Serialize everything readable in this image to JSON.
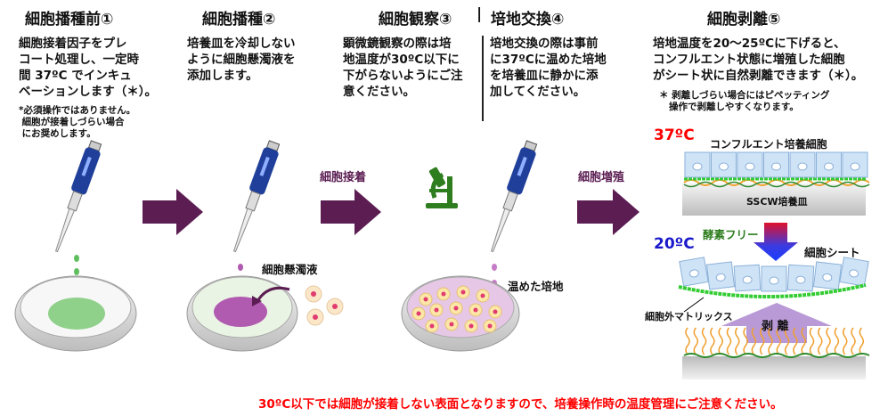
{
  "steps": [
    {
      "title": "細胞播種前①",
      "text": "細胞接着因子をプレ\nコート処理し、一定時\n間 37ºC でインキュ\nベーションします（＊）。",
      "note": "*必須操作ではありません。\n 細胞が接着しづらい場合\n にお奨めします。"
    },
    {
      "title": "細胞播種②",
      "text": "培養皿を冷却しない\nように細胞懸濁液を\n添加します。"
    },
    {
      "title": "細胞観察③",
      "text": "顕微鏡観察の際は培\n地温度が30ºC以下に\n下がらないようにご注\n意ください。"
    },
    {
      "title": "培地交換④",
      "text": "培地交換の際は事前\nに37ºCに温めた培地\nを培養皿に静かに添\n加してください。"
    },
    {
      "title": "細胞剥離⑤",
      "text": "培地温度を20～25ºCに下げると、\nコンフルエント状態に増殖した細胞\nがシート状に自然剥離できます（＊）。",
      "note": "＊ 剥離しづらい場合にはピペッティング\n   操作で剥離しやすくなります。"
    }
  ],
  "title_separator": "|",
  "arrows": {
    "attach": "細胞接着",
    "proliferate": "細胞増殖"
  },
  "labels": {
    "suspension": "細胞懸濁液",
    "warm_medium": "温めた培地"
  },
  "detach_diagram": {
    "temp_high": "37ºC",
    "temp_low": "20ºC",
    "confluent": "コンフルエント培養細胞",
    "dish": "SSCW培養皿",
    "enzyme_free": "酵素フリー",
    "cell_sheet": "細胞シート",
    "ecm": "細胞外マトリックス",
    "detach": "剥 離"
  },
  "footer_warning": "30ºC以下では細胞が接着しない表面となりますので、培養操作時の温度管理にご注意ください。",
  "colors": {
    "arrow": "#5b1d52",
    "pipette": "#1f3f9a",
    "warning": "#ff0000",
    "temp_high": "#ff0000",
    "temp_low": "#1a1acc",
    "enzyme": "#2e7d1e"
  }
}
